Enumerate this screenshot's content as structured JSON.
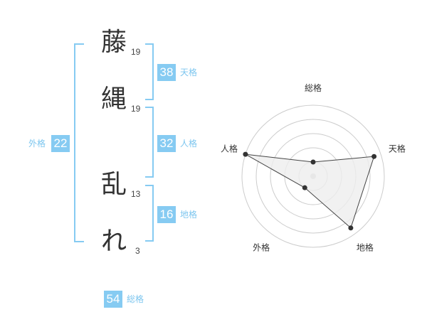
{
  "name": {
    "characters": [
      {
        "char": "藤",
        "strokes": "19"
      },
      {
        "char": "縄",
        "strokes": "19"
      },
      {
        "char": "乱",
        "strokes": "13"
      },
      {
        "char": "れ",
        "strokes": "3"
      }
    ]
  },
  "fortunes": {
    "tenkaku": {
      "value": "38",
      "label": "天格"
    },
    "jinkaku": {
      "value": "32",
      "label": "人格"
    },
    "chikaku": {
      "value": "16",
      "label": "地格"
    },
    "gaikaku": {
      "value": "22",
      "label": "外格"
    },
    "soukaku": {
      "value": "54",
      "label": "総格"
    }
  },
  "colors": {
    "accent": "#86cbf2",
    "box_fill": "#86cbf2",
    "label_text": "#7dc6ef",
    "grid": "#cccccc",
    "polygon_fill": "#eeeeee",
    "polygon_stroke": "#444444",
    "point": "#333333"
  },
  "chart_data": {
    "type": "radar",
    "axes": [
      "総格",
      "天格",
      "地格",
      "外格",
      "人格"
    ],
    "values": [
      0.2,
      0.9,
      0.9,
      0.2,
      1.0
    ],
    "range": [
      0,
      1
    ],
    "rings": 5,
    "grid": true
  }
}
